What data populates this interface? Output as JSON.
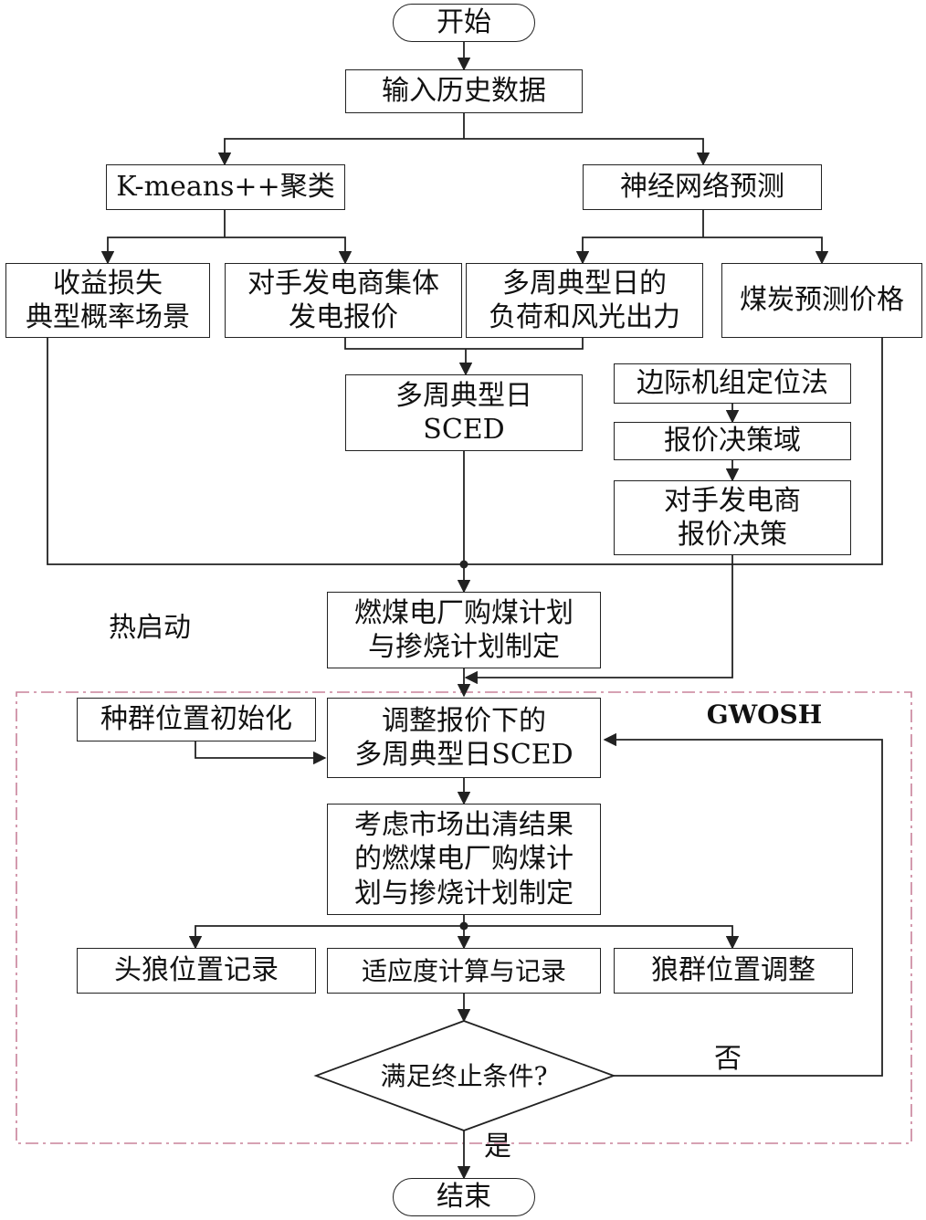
{
  "nodes": {
    "start": "开始",
    "input": "输入历史数据",
    "kmeans": "K-means++聚类",
    "nn": "神经网络预测",
    "loss": [
      "收益损失",
      "典型概率场景"
    ],
    "rival_bid": [
      "对手发电商集体",
      "发电报价"
    ],
    "load": [
      "多周典型日的",
      "负荷和风光出力"
    ],
    "coal_price": "煤炭预测价格",
    "sced": [
      "多周典型日",
      "SCED"
    ],
    "marginal": "边际机组定位法",
    "bid_domain": "报价决策域",
    "rival_decision": [
      "对手发电商",
      "报价决策"
    ],
    "plan": [
      "燃煤电厂购煤计划",
      "与掺烧计划制定"
    ],
    "pop_init": "种群位置初始化",
    "adj_sced": [
      "调整报价下的",
      "多周典型日SCED"
    ],
    "consider": [
      "考虑市场出清结果",
      "的燃煤电厂购煤计",
      "划与掺烧计划制定"
    ],
    "alpha": "头狼位置记录",
    "fitness": "适应度计算与记录",
    "wolves": "狼群位置调整",
    "cond": "满足终止条件?",
    "end": "结束"
  },
  "labels": {
    "hot_start": "热启动",
    "gwosh": "GWOSH",
    "no": "否",
    "yes": "是"
  },
  "colors": {
    "line": "#222222",
    "dashed_frame": "#c8829a"
  }
}
